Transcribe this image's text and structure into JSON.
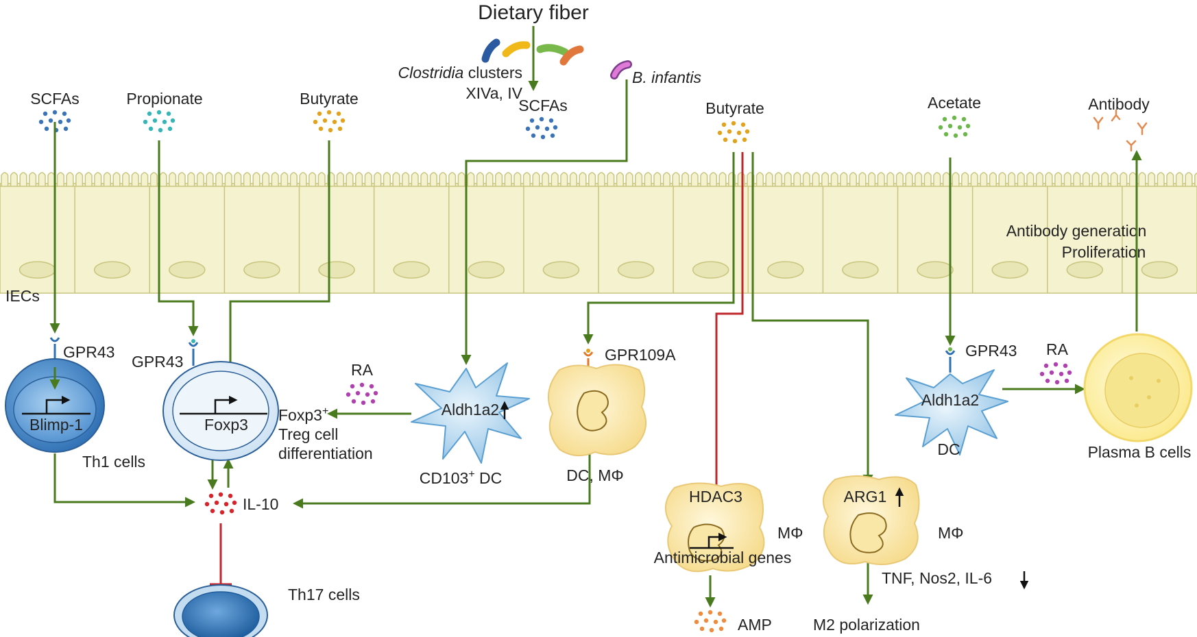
{
  "labels": {
    "dietary_fiber": "Dietary fiber",
    "clostridia_italic": "Clostridia",
    "clostridia_rest": " clusters",
    "clostridia_line2": "XIVa, IV",
    "scfas_top": "SCFAs",
    "b_infantis": "B. infantis",
    "scfas_left": "SCFAs",
    "propionate": "Propionate",
    "butyrate_left": "Butyrate",
    "butyrate_right": "Butyrate",
    "acetate": "Acetate",
    "antibody": "Antibody",
    "iecs": "IECs",
    "antibody_generation": "Antibody generation",
    "proliferation": "Proliferation",
    "gpr43_1": "GPR43",
    "gpr43_2": "GPR43",
    "gpr43_3": "GPR43",
    "gpr109a": "GPR109A",
    "blimp1": "Blimp-1",
    "foxp3": "Foxp3",
    "th1_cells": "Th1 cells",
    "ra_1": "RA",
    "ra_2": "RA",
    "foxp3_plus": "Foxp3",
    "foxp3_plus_sup": "+",
    "treg_line1": "Treg cell",
    "treg_line2": "differentiation",
    "aldh1a2_1": "Aldh1a2",
    "aldh1a2_2": "Aldh1a2",
    "cd103_a": "CD103",
    "cd103_sup": "+",
    "cd103_b": " DC",
    "dc_mphi": "DC, MΦ",
    "dc": "DC",
    "plasma_b": "Plasma B cells",
    "il10": "IL-10",
    "th17_cells": "Th17 cells",
    "hdac3": "HDAC3",
    "arg1": "ARG1",
    "mphi_1": "MΦ",
    "mphi_2": "MΦ",
    "antimicrobial": "Antimicrobial genes",
    "amp": "AMP",
    "tnf": "TNF, Nos2, IL-6",
    "m2": "M2 polarization"
  },
  "colors": {
    "arrow_green": "#4a7a1e",
    "inhibit_red": "#c0272d",
    "epithelium": "#f4f2cf",
    "epithelium_edge": "#c9c57f",
    "nucleus": "#e9e6b6",
    "cell_blue": "#4a8fd4",
    "dc_blue": "#b6d8ef",
    "macrophage": "#fbe9ab",
    "plasma": "#fff6b8",
    "scfa_dots": "#3a73b8",
    "propionate_dots": "#35b6b6",
    "butyrate_dots": "#e3a21a",
    "acetate_dots": "#6bb74a",
    "ra_dots": "#b040b0",
    "il10_dots": "#d8232a",
    "amp_dots": "#f08a3c",
    "antibody": "#e58a4f"
  },
  "icons": [
    "bacteria-icon",
    "receptor-icon",
    "transcription-arrow-icon",
    "antibody-icon"
  ]
}
